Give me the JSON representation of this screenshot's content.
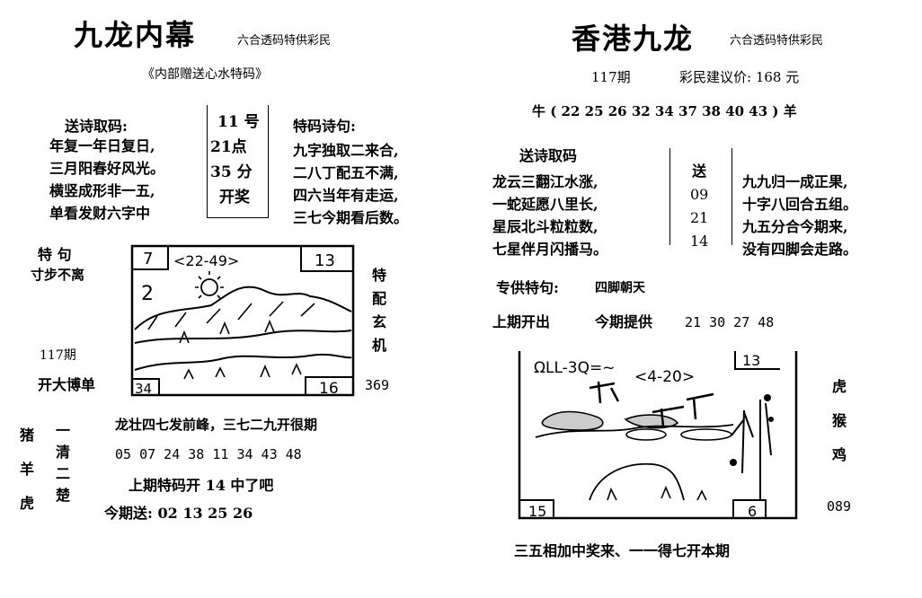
{
  "left": {
    "title": "九龙内幕",
    "subtitle": "六合透码特供彩民",
    "tagline": "《内部赠送心水特码》",
    "poem_heading": "送诗取码:",
    "poem_lines": [
      "年复一年日复日,",
      "三月阳春好风光。",
      "横竖成形非一五,",
      "单看发财六字中"
    ],
    "draw_time": [
      "11 号",
      "21点",
      "35 分",
      "开奖"
    ],
    "special_heading": "特码诗句:",
    "special_lines": [
      "九字独取二来合,",
      "二八丁配五不满,",
      "四六当年有走运,",
      "三七今期看后数。"
    ],
    "tejv_label": "特    句",
    "tejv_text": "寸步不离",
    "issue": "117期",
    "kaida": "开大博单",
    "side_vertical": [
      "特",
      "配",
      "玄",
      "机"
    ],
    "side_number": "369",
    "pic": {
      "top_left": "7",
      "bracket": "<22-49>",
      "top_right": "13",
      "mid": "2",
      "bottom_left": "34",
      "bottom_right": "16"
    },
    "zodiac_col": [
      "猪",
      "羊",
      "虎"
    ],
    "yiqing_col": [
      "一",
      "清",
      "二",
      "楚"
    ],
    "dragon_line": "龙壮四七发前峰，三七二九开很期",
    "numbers": "05  07  24  38  11  34  43  48",
    "last_line": "上期特码开 14  中了吧",
    "today_line": "今期送: 02  13  25  26"
  },
  "right": {
    "title": "香港九龙",
    "subtitle": "六合透码特供彩民",
    "issue": "117期",
    "price": "彩民建议价: 168 元",
    "ox_row": "牛 (  22  25  26  32  34  37  38  40  43       ) 羊",
    "poem_heading": "送诗取码",
    "poem_lines": [
      "龙云三翻江水涨,",
      "一蛇延愿八里长,",
      "星辰北斗粒粒数,",
      "七星伴月闪播马。"
    ],
    "song_col": [
      "送",
      "09",
      "21",
      "14"
    ],
    "special_lines": [
      "九九归一成正果,",
      "十字八回合五组。",
      "九五分合今期来,",
      "没有四脚会走路。"
    ],
    "zhuangong_label": "专供特句:",
    "zhuangong_text": "四脚朝天",
    "last_open": "上期开出",
    "today_offer": "今期提供",
    "offer_numbers": "21  30   27  48",
    "pic": {
      "top_left": "ΩLL-3Q=~",
      "bracket": "<4-20>",
      "top_right": "13",
      "bottom_left": "15",
      "bottom_right": "6"
    },
    "zodiac_col": [
      "虎",
      "猴",
      "鸡"
    ],
    "side_number": "089",
    "footer": "三五相加中奖来、一一得七开本期"
  }
}
